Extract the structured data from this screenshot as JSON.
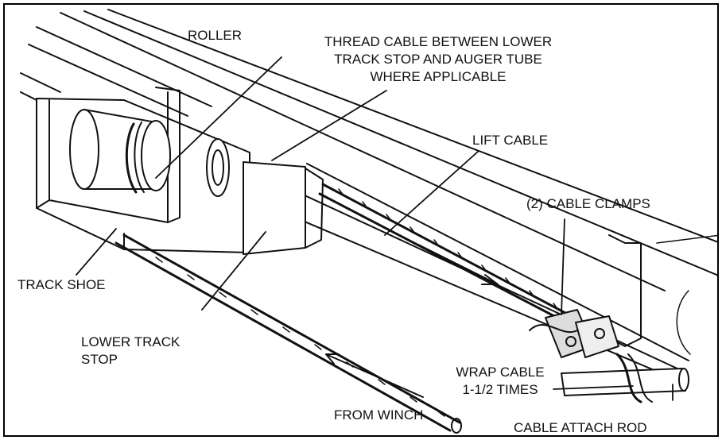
{
  "labels": {
    "roller": "ROLLER",
    "thread_line1": "THREAD CABLE BETWEEN LOWER",
    "thread_line2": "TRACK STOP AND AUGER TUBE",
    "thread_line3": "WHERE APPLICABLE",
    "lift_cable": "LIFT CABLE",
    "cable_clamps": "(2) CABLE CLAMPS",
    "track_shoe": "TRACK SHOE",
    "lower_track_stop_line1": "LOWER TRACK",
    "lower_track_stop_line2": "STOP",
    "wrap_cable_line1": "WRAP CABLE",
    "wrap_cable_line2": "1-1/2 TIMES",
    "from_winch": "FROM WINCH",
    "cable_attach_rod": "CABLE ATTACH ROD"
  },
  "colors": {
    "ink": "#111111",
    "shade": "#bdbdbd",
    "paper": "#ffffff"
  }
}
